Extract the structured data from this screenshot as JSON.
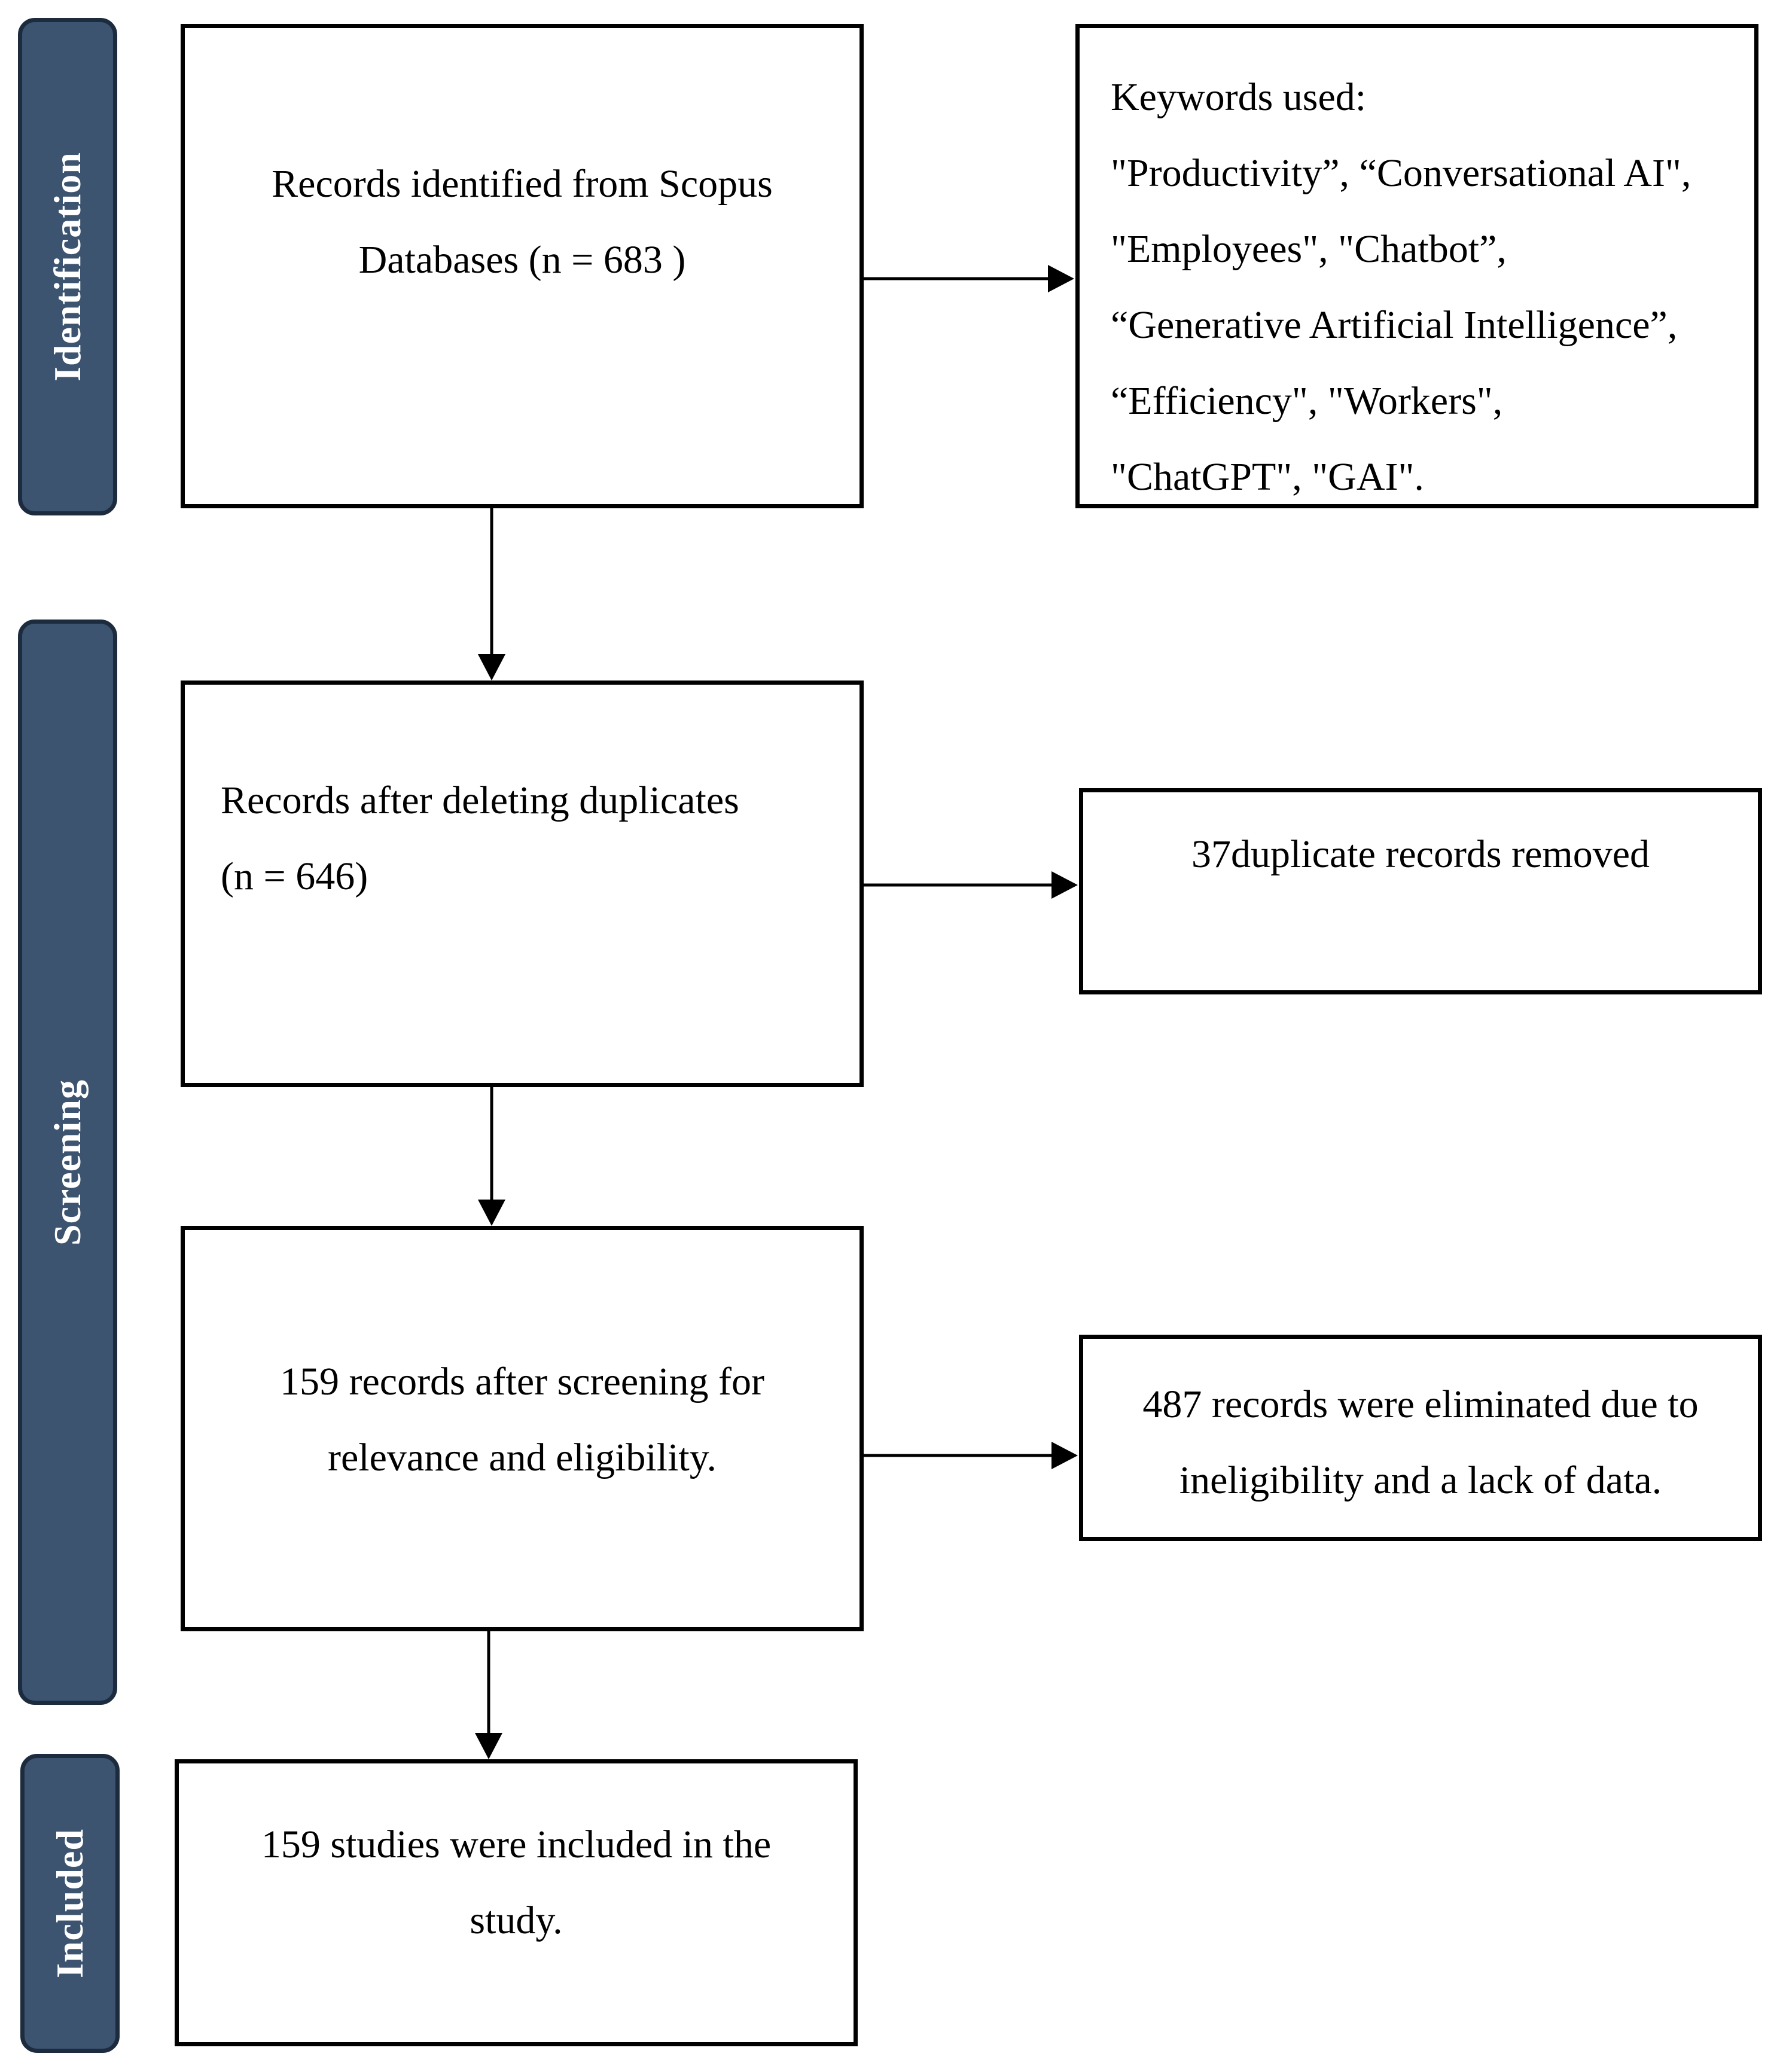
{
  "phases": {
    "identification": "Identification",
    "screening": "Screening",
    "included": "Included"
  },
  "boxes": {
    "records_identified": {
      "lines": [
        "Records identified from Scopus",
        "Databases (n = 683 )"
      ]
    },
    "keywords": {
      "lines": [
        "Keywords used:",
        "\"Productivity”, “Conversational AI\",",
        "\"Employees\", \"Chatbot”,",
        "“Generative Artificial Intelligence”,",
        "“Efficiency\", \"Workers\",",
        "\"ChatGPT\", \"GAI\"."
      ]
    },
    "after_duplicates": {
      "lines": [
        "Records after deleting duplicates",
        "(n = 646)"
      ]
    },
    "duplicates_removed": {
      "lines": [
        "37duplicate records removed"
      ]
    },
    "after_screening": {
      "lines": [
        "159 records after screening for",
        "relevance and eligibility."
      ]
    },
    "eliminated": {
      "lines": [
        "487 records were eliminated due to",
        "ineligibility and a lack of data."
      ]
    },
    "included_studies": {
      "lines": [
        "159 studies were included in the",
        "study."
      ]
    }
  },
  "colors": {
    "phase_fill": "#3d5470",
    "phase_border": "#1c2c3e",
    "phase_text": "#ffffff",
    "box_border": "#000000",
    "arrow": "#000000"
  }
}
